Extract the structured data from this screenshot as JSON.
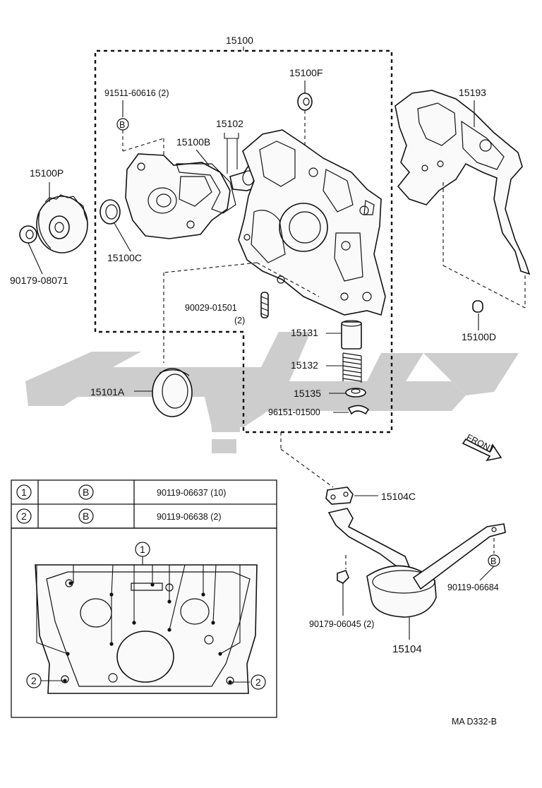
{
  "watermark": {
    "color": "#c8c8c8"
  },
  "labels": {
    "assy": "15100",
    "seal_front": "15100F",
    "bolt_spec": "91511-60616 (2)",
    "bolt_mark": "B",
    "oring": "15100B",
    "rotor": "15102",
    "pulley": "15100P",
    "nut": "90179-08071",
    "oil_seal": "15100C",
    "gasket": "15193",
    "pin": "90029-01501",
    "pin_qty": "(2)",
    "dowel": "15100D",
    "relief_valve": "15131",
    "spring": "15132",
    "retainer": "15135",
    "snap_ring": "96151-01500",
    "crank_seal": "15101A",
    "strainer_gasket": "15104C",
    "strainer_bolt": "90119-06684",
    "strainer_nut": "90179-06045 (2)",
    "strainer": "15104",
    "front_arrow": "FRONT",
    "diagram_code": "MA  D332-B"
  },
  "table": {
    "rows": [
      {
        "num": "1",
        "mark": "B",
        "part": "90119-06637 (10)"
      },
      {
        "num": "2",
        "mark": "B",
        "part": "90119-06638 (2)"
      }
    ]
  },
  "detail": {
    "callout_top": "1",
    "callout_left": "2",
    "callout_right": "2"
  }
}
